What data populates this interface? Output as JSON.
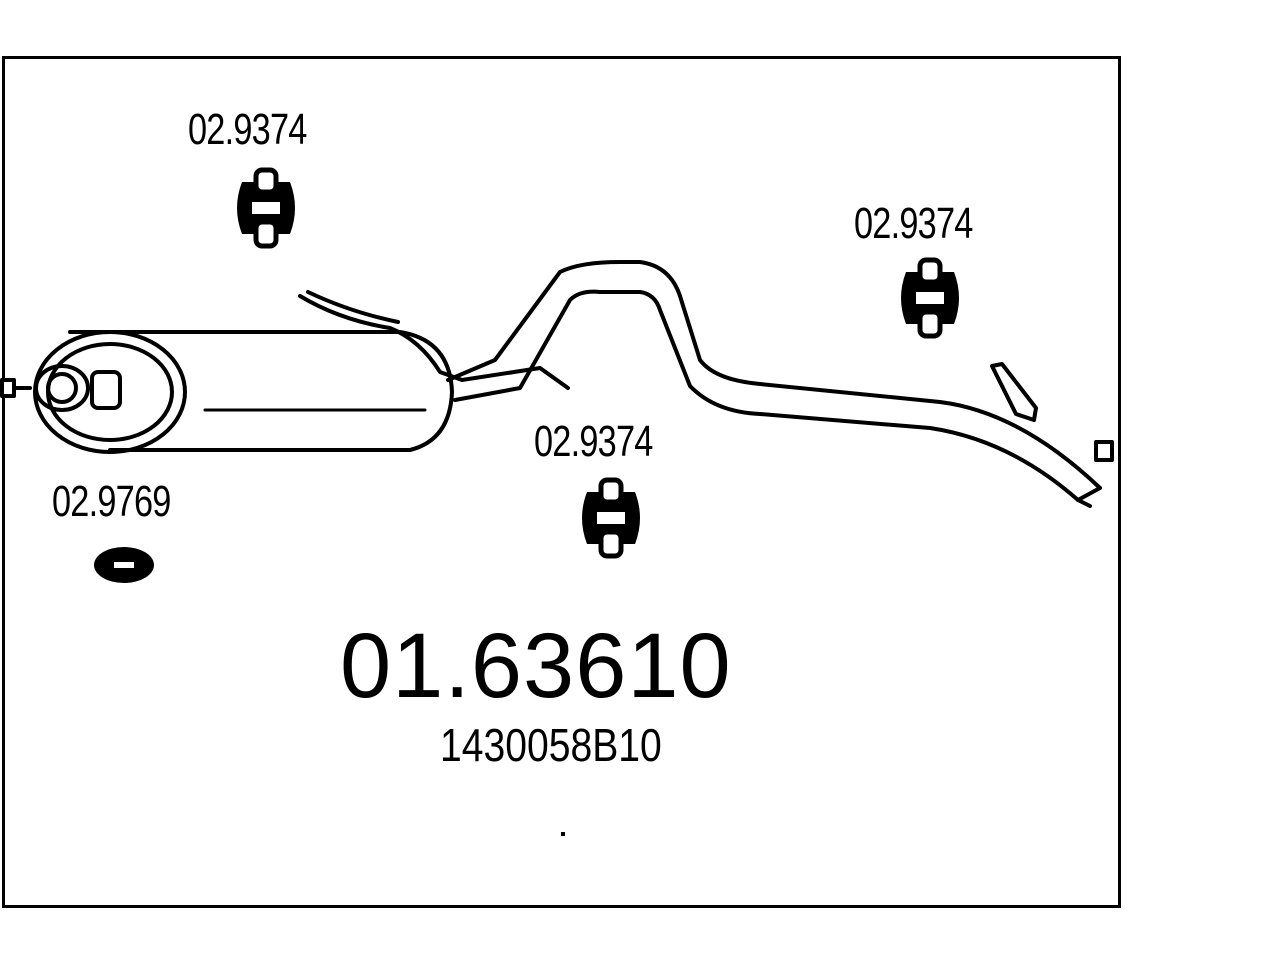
{
  "diagram": {
    "main_part_number": "01.63610",
    "oem_number": "1430058B10",
    "parts": [
      {
        "label": "02.9374",
        "icon": "rubber-hanger-icon"
      },
      {
        "label": "02.9374",
        "icon": "rubber-hanger-icon"
      },
      {
        "label": "02.9374",
        "icon": "rubber-hanger-icon"
      },
      {
        "label": "02.9769",
        "icon": "rubber-ring-icon"
      }
    ],
    "component": "rear-silencer-with-tailpipe"
  }
}
